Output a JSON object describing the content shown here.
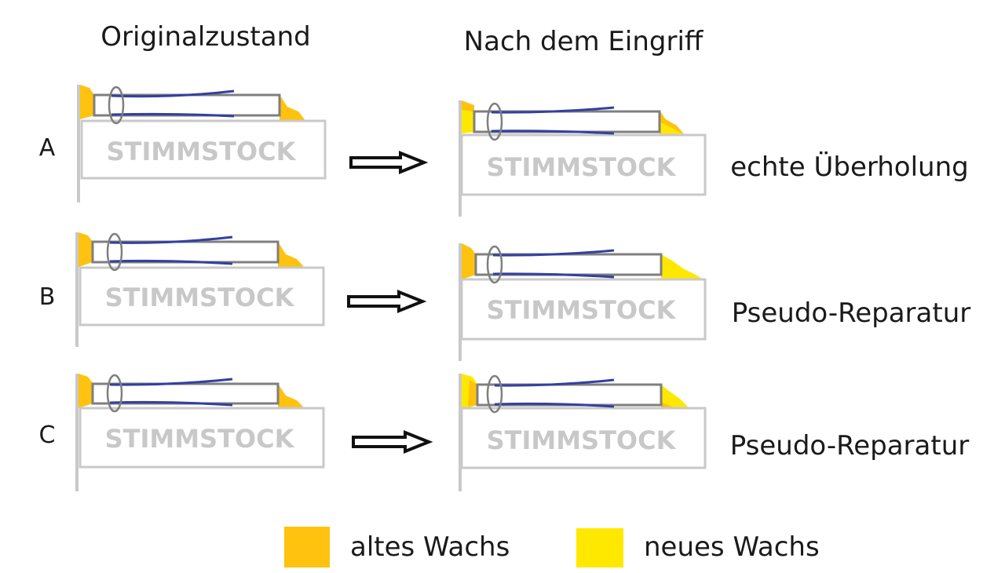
{
  "columns": {
    "left_title": "Originalzustand",
    "right_title": "Nach dem Eingriff"
  },
  "block_label": "STIMMSTOCK",
  "rows": [
    {
      "letter": "A",
      "outcome": "echte Überholung",
      "after_wax": "old_and_new_on_both_ends"
    },
    {
      "letter": "B",
      "outcome": "Pseudo-Reparatur",
      "after_wax": "new_on_tip"
    },
    {
      "letter": "C",
      "outcome": "Pseudo-Reparatur",
      "after_wax": "new_on_both_ends"
    }
  ],
  "legend": {
    "old_label": "altes Wachs",
    "new_label": "neues Wachs"
  },
  "colors": {
    "old_wax": "#FFC20E",
    "new_wax": "#FFE800",
    "block_border": "#c9c9c9",
    "block_text": "#c8c8c8",
    "reed_frame": "#7f7f7f",
    "reed_line": "#3340a0",
    "arrow": "#111111"
  }
}
